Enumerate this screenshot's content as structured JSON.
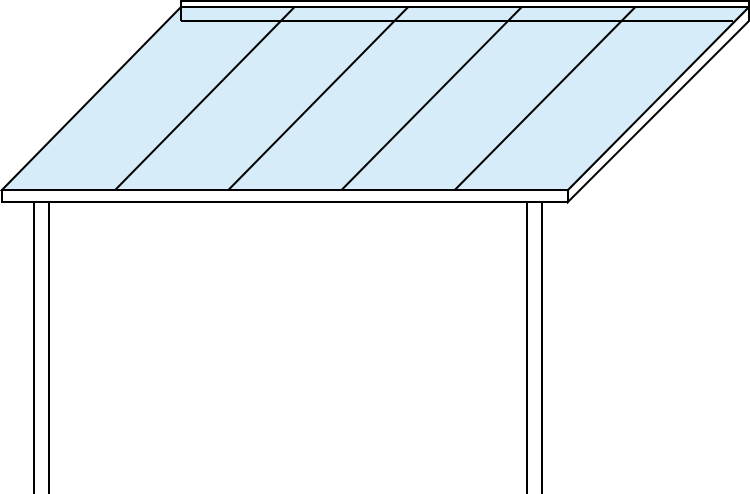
{
  "drawing": {
    "subject": "patio-roof-canopy",
    "rafter_count": 4,
    "post_count": 2,
    "colors": {
      "glazing": "#d6ecf8",
      "frame": "#ffffff",
      "outline": "#000000"
    }
  }
}
